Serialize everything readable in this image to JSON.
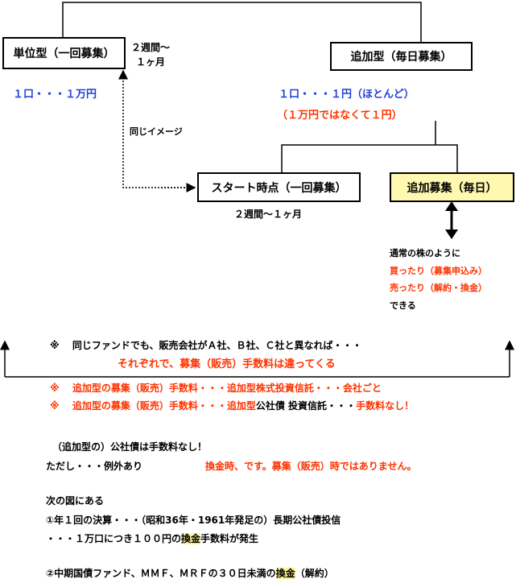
{
  "colors": {
    "blue": "#1f3fd8",
    "red": "#ff3300",
    "highlight": "#fff59a",
    "box_yellow": "#fff8b0"
  },
  "diagram": {
    "unit_type_box": "単位型（一回募集）",
    "unit_type_period": "２週間～\n１ヶ月",
    "unit_type_price": "１口・・・１万円",
    "same_image_label": "同じイメージ",
    "add_type_box": "追加型（毎日募集）",
    "add_type_price": "１口・・・１円（ほとんど）",
    "add_type_note": "（１万円ではなくて１円）",
    "start_box": "スタート時点（一回募集）",
    "start_period": "２週間～１ヶ月",
    "add_offer_box": "追加募集（毎日）",
    "trade_line1": "通常の株のように",
    "trade_line2": "買ったり（募集申込み）",
    "trade_line3": "売ったり（解約・換金）",
    "trade_line4": "できる"
  },
  "notes": {
    "mark": "※",
    "note1": "同じファンドでも、販売会社がＡ社、Ｂ社、Ｃ社と異なれば・・・",
    "note1b": "それぞれで、募集（販売）手数料は違ってくる",
    "note2": "追加型の募集（販売）手数料・・・追加型株式投資信託・・・会社ごと",
    "note3a": "追加型の募集（販売）手数料・・・追加型",
    "note3b": "公社債 投資信託・・・",
    "note3c": "手数料なし！"
  },
  "body": {
    "para1": "（追加型の）公社債は手数料なし！",
    "para2": "ただし・・・例外あり",
    "para2_note": "換金時、です。募集（販売）時ではありません。",
    "para3": "次の図にある",
    "item1": "①年１回の決算・・・（昭和36年・1961年発足の）長期公社債投信",
    "item1b_pre": "・・・１万口につき１００円の",
    "item1b_hl": "換金",
    "item1b_post": "手数料が発生",
    "item2_pre": "②中期国債ファンド、ＭＭＦ、ＭＲＦの３０日未満の",
    "item2_hl": "換金",
    "item2_post": "（解約）"
  }
}
